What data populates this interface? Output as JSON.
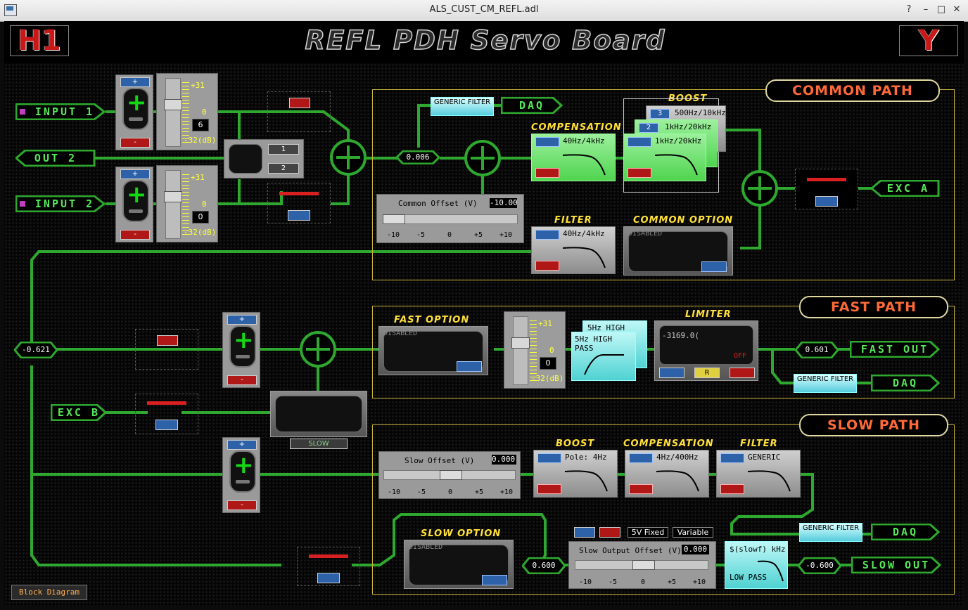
{
  "window": {
    "title": "ALS_CUST_CM_REFL.adl"
  },
  "header": {
    "site": "H1",
    "title": "REFL PDH Servo Board",
    "arm": "Y"
  },
  "sections": {
    "common": "COMMON PATH",
    "fast": "FAST PATH",
    "slow": "SLOW PATH"
  },
  "inputs": {
    "input1": "INPUT 1",
    "input2": "INPUT 2",
    "out2": "OUT 2",
    "exc_a": "EXC A",
    "exc_b": "EXC B",
    "daq": "DAQ",
    "fast_out": "FAST OUT",
    "slow_out": "SLOW OUT"
  },
  "gain1": {
    "plus": "+",
    "minus": "-",
    "max": "+31",
    "mid": "0",
    "min": "-32(dB)",
    "readout": "6"
  },
  "gain2": {
    "plus": "+",
    "minus": "-",
    "max": "+31",
    "mid": "0",
    "min": "-32(dB)",
    "readout": "0"
  },
  "mux": {
    "b1": "1",
    "b2": "2"
  },
  "common": {
    "generic_filter": "GENERIC FILTER",
    "sum_value": "0.006",
    "offset": {
      "title": "Common Offset (V)",
      "value": "-10.00",
      "scale": [
        "-10",
        "-5",
        "0",
        "+5",
        "+10"
      ]
    },
    "compensation": {
      "label": "COMPENSATION",
      "filter": "40Hz/4kHz"
    },
    "boost": {
      "label": "BOOST",
      "stage3": {
        "num": "3",
        "text": "500Hz/10kHz"
      },
      "stage2": {
        "num": "2",
        "text": "1kHz/20kHz"
      },
      "stage1": {
        "text": "1kHz/20kHz"
      }
    },
    "filter": {
      "label": "FILTER",
      "text": "40Hz/4kHz"
    },
    "option": {
      "label": "COMMON OPTION",
      "state": "DISABLED"
    }
  },
  "fast": {
    "option": {
      "label": "FAST OPTION",
      "state": "DISABLED"
    },
    "gain": {
      "max": "+31",
      "mid": "0",
      "min": "-32(dB)",
      "readout": "0"
    },
    "highpass_back": "5Hz HIGH PASS",
    "highpass_front": "5Hz HIGH PASS",
    "limiter": {
      "label": "LIMITER",
      "value": "-3169.0(",
      "state": "OFF",
      "r": "R"
    },
    "out_value": "0.601",
    "generic_filter": "GENERIC FILTER"
  },
  "junction_value": "-0.621",
  "slow_gain": {
    "plus": "+",
    "minus": "-"
  },
  "midgain": {
    "plus": "+",
    "minus": "-"
  },
  "slow_btn": "SLOW",
  "slow": {
    "offset": {
      "title": "Slow Offset (V)",
      "value": "0.000",
      "scale": [
        "-10",
        "-5",
        "0",
        "+5",
        "+10"
      ]
    },
    "boost": {
      "label": "BOOST",
      "text": "Pole: 4Hz"
    },
    "compensation": {
      "label": "COMPENSATION",
      "text": "4Hz/400Hz"
    },
    "filter": {
      "label": "FILTER",
      "text": "GENERIC"
    },
    "option": {
      "label": "SLOW OPTION",
      "state": "DISABLED"
    },
    "fixed5v": "5V Fixed",
    "variable": "Variable",
    "out_offset": {
      "title": "Slow Output Offset (V)",
      "value": "0.000",
      "scale": [
        "-10",
        "-5",
        "0",
        "+5",
        "+10"
      ]
    },
    "lowpass": {
      "top": "$(slowf) kHz",
      "bottom": "LOW PASS"
    },
    "pre_value": "0.600",
    "out_value": "-0.600",
    "generic_filter": "GENERIC FILTER"
  },
  "footer": {
    "block_diagram": "Block Diagram"
  },
  "colors": {
    "wire": "#2ea82e",
    "section_border": "#c9b43a",
    "section_title": "#ff6a38",
    "accent_label": "#ffe03a"
  }
}
